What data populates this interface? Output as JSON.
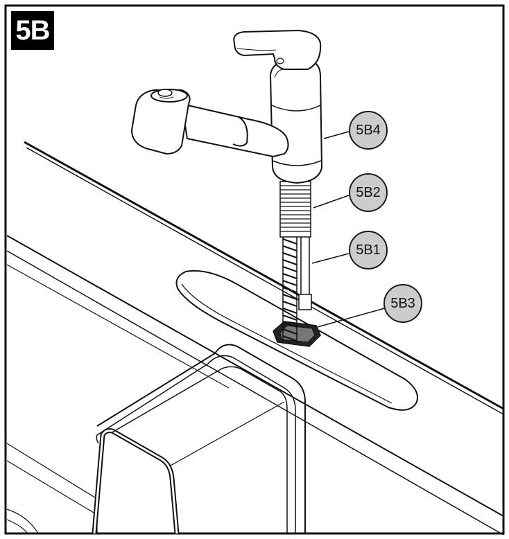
{
  "step": {
    "label": "5B"
  },
  "callouts": [
    {
      "id": "5B4",
      "label": "5B4"
    },
    {
      "id": "5B2",
      "label": "5B2"
    },
    {
      "id": "5B1",
      "label": "5B1"
    },
    {
      "id": "5B3",
      "label": "5B3"
    }
  ],
  "colors": {
    "callout_fill": "#cccccc",
    "badge_bg": "#000000",
    "badge_text": "#ffffff",
    "line": "#111111"
  }
}
